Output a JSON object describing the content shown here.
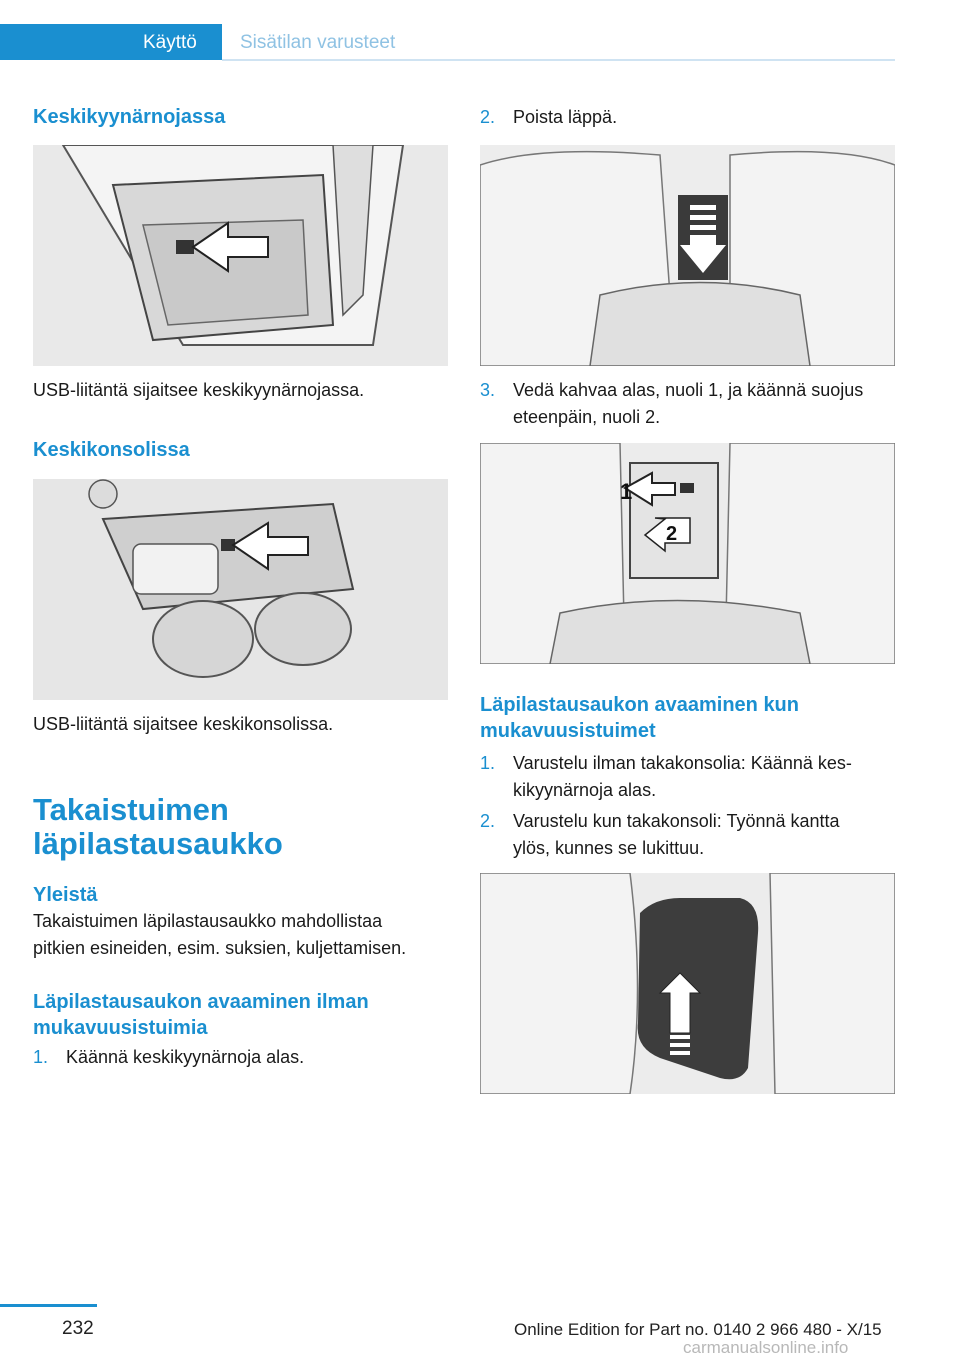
{
  "header": {
    "tab_active": "Käyttö",
    "tab_inactive": "Sisätilan varusteet"
  },
  "left": {
    "h_armrest": "Keskikyynärnojassa",
    "cap_armrest": "USB-liitäntä sijaitsee keskikyynärnojassa.",
    "h_console": "Keskikonsolissa",
    "cap_console": "USB-liitäntä sijaitsee keskikonsolissa.",
    "h_main_1": "Takaistuimen",
    "h_main_2": "läpilastausaukko",
    "h_general": "Yleistä",
    "p_general_1": "Takaistuimen läpilastausaukko mahdollistaa",
    "p_general_2": "pitkien esineiden, esim. suksien, kuljettamisen.",
    "h_open_no_comfort_1": "Läpilastausaukon avaaminen ilman",
    "h_open_no_comfort_2": "mukavuusistuimia",
    "step1_num": "1.",
    "step1_text": "Käännä keskikyynärnoja alas."
  },
  "right": {
    "step2_num": "2.",
    "step2_text": "Poista läppä.",
    "step3_num": "3.",
    "step3_text_1": "Vedä kahvaa alas, nuoli 1, ja käännä suojus",
    "step3_text_2": "eteenpäin, nuoli 2.",
    "fig_label_1": "1",
    "fig_label_2": "2",
    "h_open_comfort_1": "Läpilastausaukon avaaminen kun",
    "h_open_comfort_2": "mukavuusistuimet",
    "c1_num": "1.",
    "c1_text_1": "Varustelu ilman takakonsolia: Käännä kes-",
    "c1_text_2": "kikyynärnoja alas.",
    "c2_num": "2.",
    "c2_text_1": "Varustelu kun takakonsoli: Työnnä kantta",
    "c2_text_2": "ylös, kunnes se lukittuu."
  },
  "footer": {
    "page_number": "232",
    "edition": "Online Edition for Part no. 0140 2 966 480 - X/15",
    "watermark": "carmanualsonline.info"
  }
}
